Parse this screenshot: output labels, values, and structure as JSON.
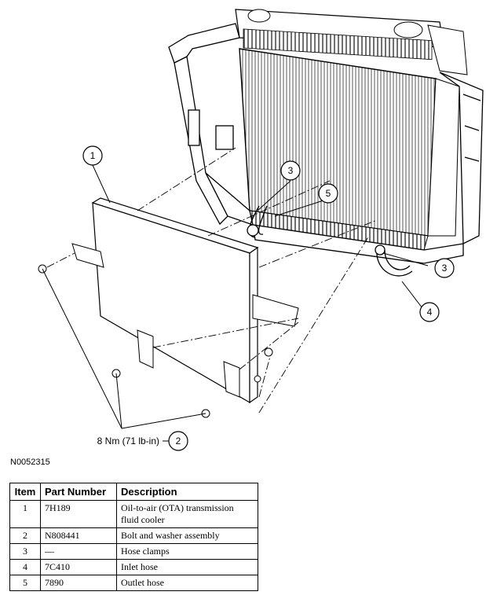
{
  "callouts": {
    "c1": "1",
    "c2": "2",
    "c3a": "3",
    "c3b": "3",
    "c4": "4",
    "c5": "5"
  },
  "torque_label": "8 Nm (71 lb-in)",
  "figure_id": "N0052315",
  "table": {
    "headers": [
      "Item",
      "Part Number",
      "Description"
    ],
    "rows": [
      {
        "item": "1",
        "part": "7H189",
        "desc": "Oil-to-air (OTA) transmission fluid cooler"
      },
      {
        "item": "2",
        "part": "N808441",
        "desc": "Bolt and washer assembly"
      },
      {
        "item": "3",
        "part": "—",
        "desc": "Hose clamps"
      },
      {
        "item": "4",
        "part": "7C410",
        "desc": "Inlet hose"
      },
      {
        "item": "5",
        "part": "7890",
        "desc": "Outlet hose"
      }
    ]
  }
}
